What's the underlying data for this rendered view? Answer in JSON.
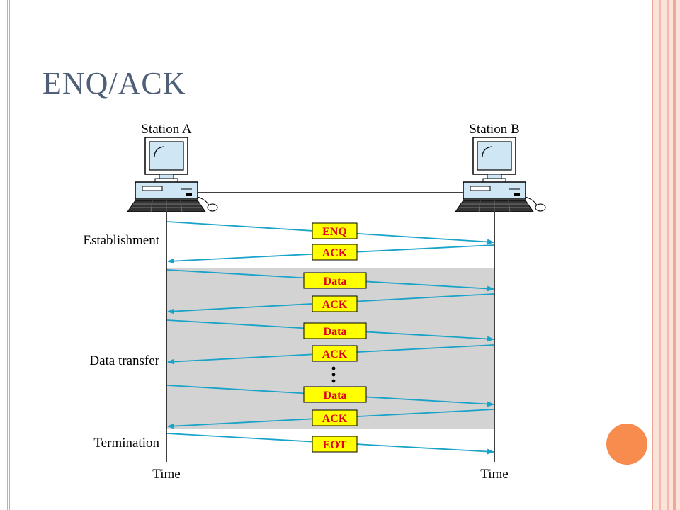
{
  "slide": {
    "title": "ENQ/ACK"
  },
  "stations": {
    "a": "Station A",
    "b": "Station B"
  },
  "phases": {
    "establishment": "Establishment",
    "data_transfer": "Data transfer",
    "termination": "Termination"
  },
  "time_labels": {
    "a": "Time",
    "b": "Time"
  },
  "frames": [
    {
      "label": "ENQ",
      "direction": "A-to-B"
    },
    {
      "label": "ACK",
      "direction": "B-to-A"
    },
    {
      "label": "Data",
      "direction": "A-to-B"
    },
    {
      "label": "ACK",
      "direction": "B-to-A"
    },
    {
      "label": "Data",
      "direction": "A-to-B"
    },
    {
      "label": "ACK",
      "direction": "B-to-A"
    },
    {
      "label": "Data",
      "direction": "A-to-B"
    },
    {
      "label": "ACK",
      "direction": "B-to-A"
    },
    {
      "label": "EOT",
      "direction": "A-to-B"
    }
  ],
  "colors": {
    "arrow": "#1aa3c8",
    "frame_fill": "#ffff00",
    "frame_text": "#e0001b",
    "shade": "#d3d3d3",
    "accent_dot": "#f78c4e"
  }
}
